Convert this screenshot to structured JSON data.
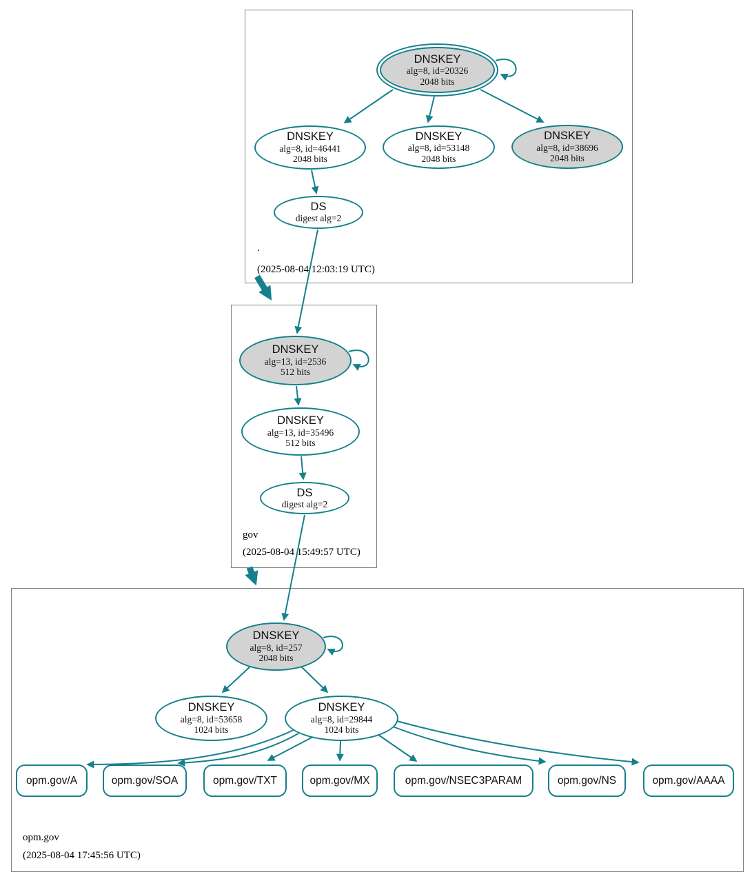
{
  "colors": {
    "edge": "#15808C",
    "ksk_fill": "#D3D3D3",
    "zone_box_border": "#7F7F7F"
  },
  "zones": {
    "root": {
      "name": ".",
      "timestamp": "(2025-08-04 12:03:19 UTC)",
      "ksk": {
        "title": "DNSKEY",
        "detail": "alg=8, id=20326",
        "bits": "2048 bits"
      },
      "zsk_a": {
        "title": "DNSKEY",
        "detail": "alg=8, id=46441",
        "bits": "2048 bits"
      },
      "zsk_b": {
        "title": "DNSKEY",
        "detail": "alg=8, id=53148",
        "bits": "2048 bits"
      },
      "zsk_c": {
        "title": "DNSKEY",
        "detail": "alg=8, id=38696",
        "bits": "2048 bits"
      },
      "ds": {
        "title": "DS",
        "detail": "digest alg=2"
      }
    },
    "gov": {
      "name": "gov",
      "timestamp": "(2025-08-04 15:49:57 UTC)",
      "ksk": {
        "title": "DNSKEY",
        "detail": "alg=13, id=2536",
        "bits": "512 bits"
      },
      "zsk": {
        "title": "DNSKEY",
        "detail": "alg=13, id=35496",
        "bits": "512 bits"
      },
      "ds": {
        "title": "DS",
        "detail": "digest alg=2"
      }
    },
    "opm": {
      "name": "opm.gov",
      "timestamp": "(2025-08-04 17:45:56 UTC)",
      "ksk": {
        "title": "DNSKEY",
        "detail": "alg=8, id=257",
        "bits": "2048 bits"
      },
      "zsk_a": {
        "title": "DNSKEY",
        "detail": "alg=8, id=53658",
        "bits": "1024 bits"
      },
      "zsk_b": {
        "title": "DNSKEY",
        "detail": "alg=8, id=29844",
        "bits": "1024 bits"
      },
      "rrsets": [
        "opm.gov/A",
        "opm.gov/SOA",
        "opm.gov/TXT",
        "opm.gov/MX",
        "opm.gov/NSEC3PARAM",
        "opm.gov/NS",
        "opm.gov/AAAA"
      ]
    }
  }
}
